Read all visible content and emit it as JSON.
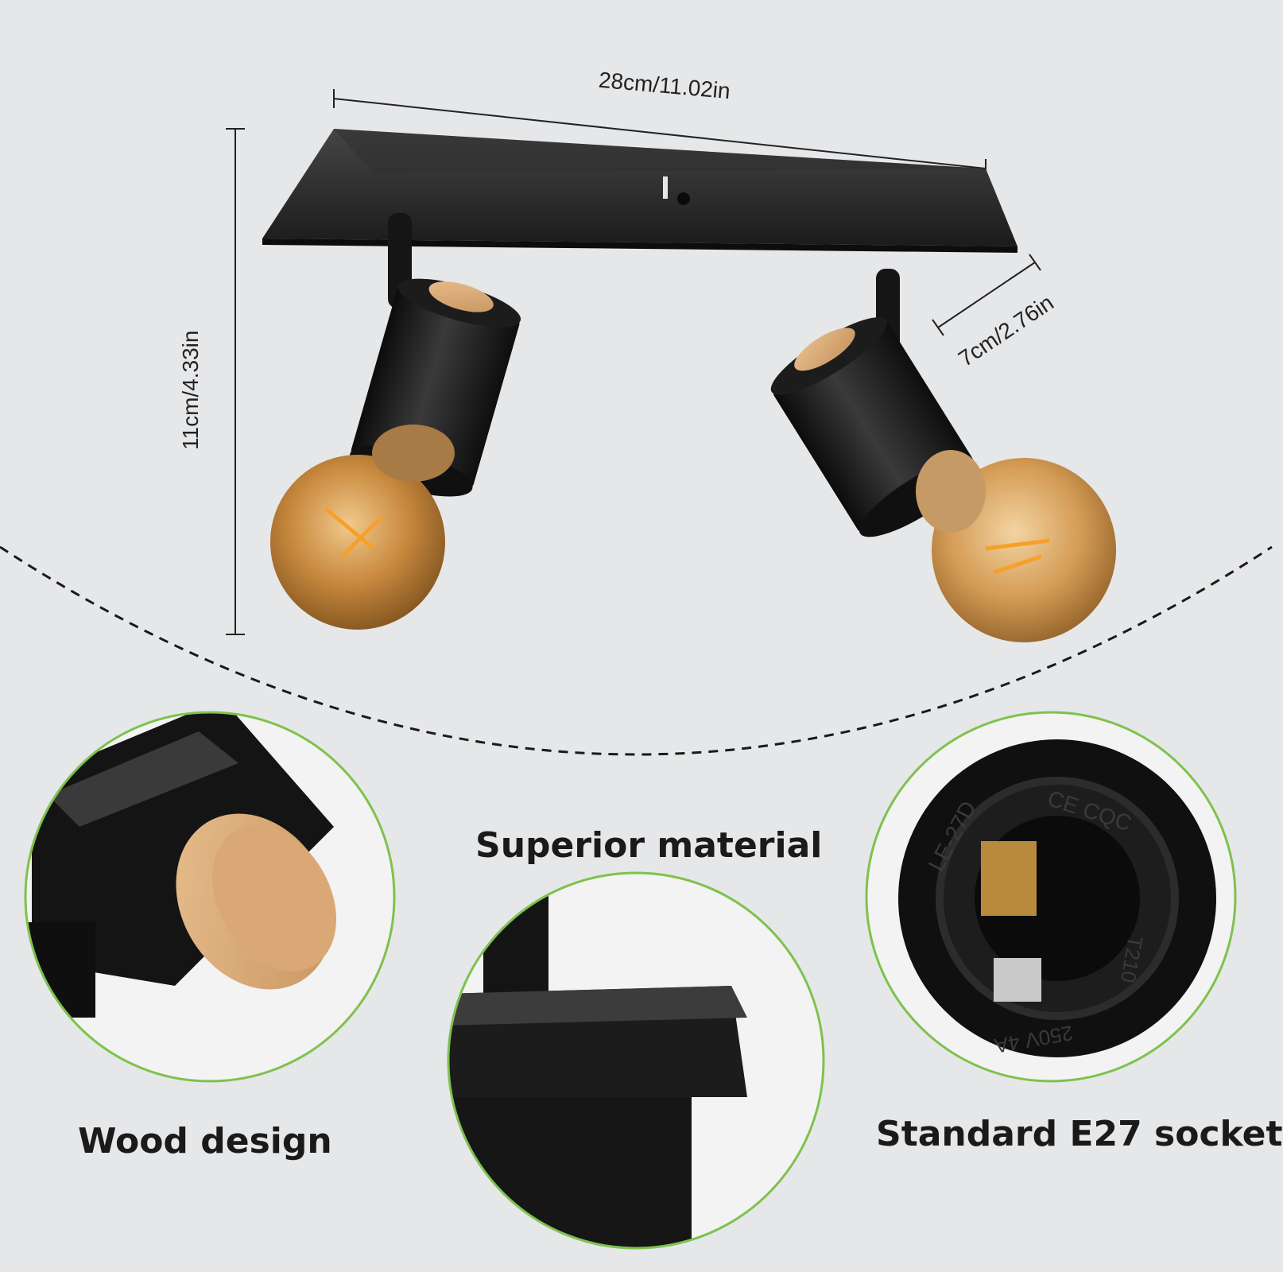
{
  "dimensions": {
    "length": "28cm/11.02in",
    "height": "11cm/4.33in",
    "width": "7cm/2.76in"
  },
  "features": {
    "wood": "Wood design",
    "material": "Superior material",
    "socket": "Standard E27 socket"
  },
  "socket_markings": {
    "model": "LE-27D",
    "cert": "CE CQC",
    "rating": "250V 4A",
    "code": "T210"
  },
  "colors": {
    "background": "#e6e7e9",
    "circle_border": "#7ec24e",
    "metal": "#151515",
    "wood": "#d9a875",
    "bulb": "#c9853a"
  }
}
